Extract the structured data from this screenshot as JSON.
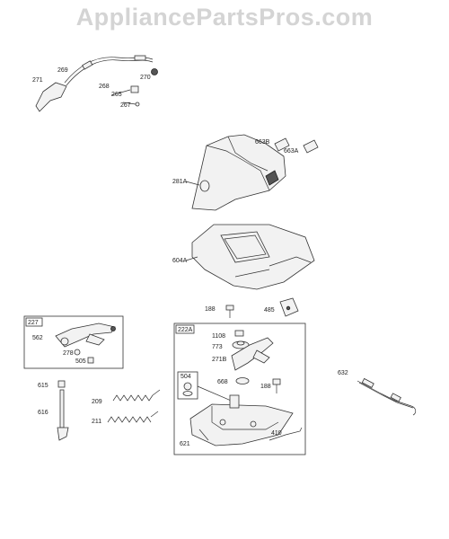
{
  "watermark": "AppliancePartsPros.com",
  "callouts": {
    "p271": "271",
    "p269": "269",
    "p268": "268",
    "p270": "270",
    "p265": "265",
    "p267": "267",
    "p663B": "663B",
    "p663A": "663A",
    "p281A": "281A",
    "p604A": "604A",
    "p188a": "188",
    "p485": "485",
    "kit227": "227",
    "p562": "562",
    "p278": "278",
    "p505": "505",
    "kit222A": "222A",
    "p1108": "1108",
    "p773": "773",
    "p271B": "271B",
    "p668": "668",
    "p188b": "188",
    "kit504": "504",
    "p410": "410",
    "p621": "621",
    "p632": "632",
    "p615": "615",
    "p616": "616",
    "p209": "209",
    "p211": "211"
  }
}
